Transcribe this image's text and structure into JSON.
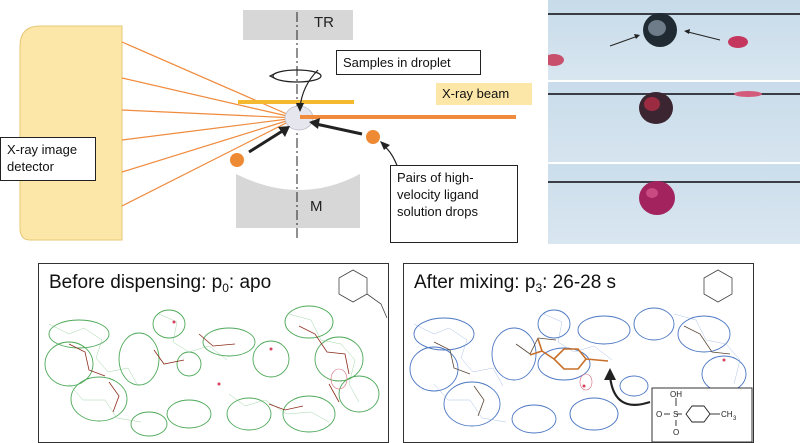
{
  "schematic": {
    "tr_label": "TR",
    "m_label": "M",
    "samples_label": "Samples in droplet",
    "xray_beam_label": "X-ray beam",
    "detector_label": "X-ray image detector",
    "ligand_label": "Pairs of high-velocity ligand solution drops"
  },
  "photos": {
    "frame_count": 3,
    "droplet_colors": [
      "#1f2a33",
      "#7a1f3a",
      "#a3235e"
    ]
  },
  "panel_before": {
    "title_prefix": "Before dispensing: p",
    "title_sub": "0",
    "title_suffix": ": apo",
    "density_color": "#2e9a3c"
  },
  "panel_after": {
    "title_prefix": "After mixing:  p",
    "title_sub": "3",
    "title_suffix": ": 26-28 s",
    "density_color": "#2c5fb8",
    "ligand_color": "#c8702a",
    "structure_labels": {
      "oh": "OH",
      "o_left": "O",
      "s": "S",
      "o_bottom": "O",
      "ch3": "CH",
      "ch3_sub": "3"
    }
  },
  "colors": {
    "detector_fill": "#fde7a8",
    "beam_orange": "#f08a3c",
    "beam_label_bg": "#fde7a8",
    "drop_orange": "#ee8a33",
    "goniometer_gray": "#d7d7d7",
    "yellow_plate": "#f4b92e"
  }
}
